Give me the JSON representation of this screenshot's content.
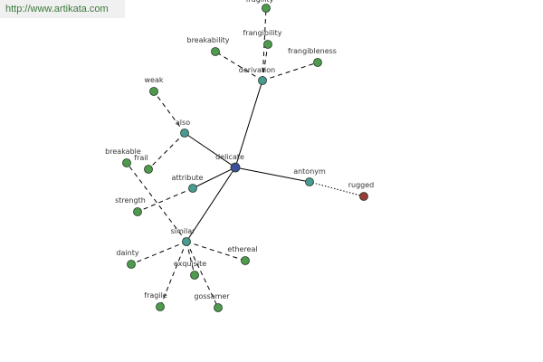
{
  "watermark": {
    "url": "http://www.artikata.com"
  },
  "colors": {
    "center": "#3d4f9a",
    "relation": "#4a9a94",
    "word": "#4f9a4f",
    "antonym_word": "#9a3a3a",
    "edge": "#000000"
  },
  "graph": {
    "nodes": [
      {
        "id": "delicate",
        "label": "delicate",
        "kind": "center"
      },
      {
        "id": "derivation",
        "label": "derivation",
        "kind": "relation"
      },
      {
        "id": "also",
        "label": "also",
        "kind": "relation"
      },
      {
        "id": "attribute",
        "label": "attribute",
        "kind": "relation"
      },
      {
        "id": "similar",
        "label": "similar",
        "kind": "relation"
      },
      {
        "id": "antonym",
        "label": "antonym",
        "kind": "relation"
      },
      {
        "id": "fragility",
        "label": "fragility",
        "kind": "word"
      },
      {
        "id": "frangibility",
        "label": "frangibility",
        "kind": "word"
      },
      {
        "id": "breakability",
        "label": "breakability",
        "kind": "word"
      },
      {
        "id": "frangibleness",
        "label": "frangibleness",
        "kind": "word"
      },
      {
        "id": "weak",
        "label": "weak",
        "kind": "word"
      },
      {
        "id": "breakable",
        "label": "breakable",
        "kind": "word"
      },
      {
        "id": "frail",
        "label": "frail",
        "kind": "word"
      },
      {
        "id": "strength",
        "label": "strength",
        "kind": "word"
      },
      {
        "id": "dainty",
        "label": "dainty",
        "kind": "word"
      },
      {
        "id": "exquisite",
        "label": "exquisite",
        "kind": "word"
      },
      {
        "id": "ethereal",
        "label": "ethereal",
        "kind": "word"
      },
      {
        "id": "fragile",
        "label": "fragile",
        "kind": "word"
      },
      {
        "id": "gossamer",
        "label": "gossamer",
        "kind": "word"
      },
      {
        "id": "rugged",
        "label": "rugged",
        "kind": "antonym_word"
      }
    ],
    "edges": [
      {
        "from": "delicate",
        "to": "derivation",
        "style": "solid"
      },
      {
        "from": "delicate",
        "to": "also",
        "style": "solid"
      },
      {
        "from": "delicate",
        "to": "attribute",
        "style": "solid"
      },
      {
        "from": "delicate",
        "to": "similar",
        "style": "solid"
      },
      {
        "from": "delicate",
        "to": "antonym",
        "style": "solid"
      },
      {
        "from": "derivation",
        "to": "fragility",
        "style": "dashed"
      },
      {
        "from": "derivation",
        "to": "frangibility",
        "style": "dashed"
      },
      {
        "from": "derivation",
        "to": "breakability",
        "style": "dashed"
      },
      {
        "from": "derivation",
        "to": "frangibleness",
        "style": "dashed"
      },
      {
        "from": "also",
        "to": "weak",
        "style": "dashed"
      },
      {
        "from": "also",
        "to": "frail",
        "style": "dashed"
      },
      {
        "from": "attribute",
        "to": "strength",
        "style": "dashed"
      },
      {
        "from": "similar",
        "to": "breakable",
        "style": "dashed"
      },
      {
        "from": "similar",
        "to": "dainty",
        "style": "dashed"
      },
      {
        "from": "similar",
        "to": "exquisite",
        "style": "dashed"
      },
      {
        "from": "similar",
        "to": "ethereal",
        "style": "dashed"
      },
      {
        "from": "similar",
        "to": "fragile",
        "style": "dashed"
      },
      {
        "from": "similar",
        "to": "gossamer",
        "style": "dashed"
      },
      {
        "from": "antonym",
        "to": "rugged",
        "style": "dotted"
      }
    ]
  }
}
